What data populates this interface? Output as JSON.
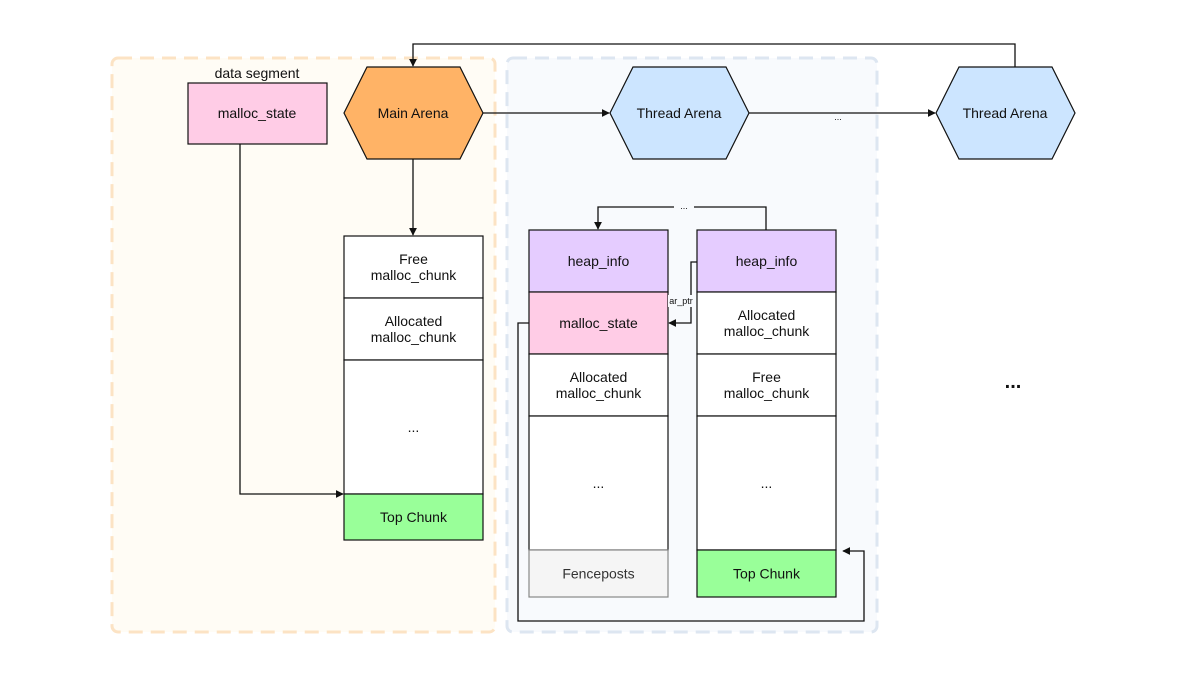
{
  "colors": {
    "main_region_fill": "#fffcf5",
    "main_region_border": "#fce3c4",
    "thread_region_fill": "#f8fafd",
    "thread_region_border": "#dde6f1",
    "malloc_state": "#ffcce6",
    "main_arena": "#ffb366",
    "thread_arena": "#cce5ff",
    "heap_info": "#e5ccff",
    "top_chunk": "#99ff99",
    "fenceposts": "#f5f5f5",
    "chunk": "#ffffff"
  },
  "labels": {
    "data_segment": "data segment",
    "malloc_state_global": "malloc_state",
    "main_arena": "Main Arena",
    "thread_arena_1": "Thread Arena",
    "thread_arena_2": "Thread Arena",
    "arena_ellipsis": "...",
    "heap_link_ellipsis": "...",
    "ar_ptr": "ar_ptr",
    "more_ellipsis": "..."
  },
  "main_heap": {
    "chunks": [
      {
        "lines": [
          "Free",
          "malloc_chunk"
        ],
        "kind": "chunk"
      },
      {
        "lines": [
          "Allocated",
          "malloc_chunk"
        ],
        "kind": "chunk"
      },
      {
        "lines": [
          "..."
        ],
        "kind": "chunk"
      },
      {
        "lines": [
          "Top Chunk"
        ],
        "kind": "top_chunk"
      }
    ]
  },
  "thread_heap_1": {
    "chunks": [
      {
        "lines": [
          "heap_info"
        ],
        "kind": "heap_info"
      },
      {
        "lines": [
          "malloc_state"
        ],
        "kind": "malloc_state"
      },
      {
        "lines": [
          "Allocated",
          "malloc_chunk"
        ],
        "kind": "chunk"
      },
      {
        "lines": [
          "..."
        ],
        "kind": "chunk"
      },
      {
        "lines": [
          "Fenceposts"
        ],
        "kind": "fenceposts"
      }
    ]
  },
  "thread_heap_2": {
    "chunks": [
      {
        "lines": [
          "heap_info"
        ],
        "kind": "heap_info"
      },
      {
        "lines": [
          "Allocated",
          "malloc_chunk"
        ],
        "kind": "chunk"
      },
      {
        "lines": [
          "Free",
          "malloc_chunk"
        ],
        "kind": "chunk"
      },
      {
        "lines": [
          "..."
        ],
        "kind": "chunk"
      },
      {
        "lines": [
          "Top Chunk"
        ],
        "kind": "top_chunk"
      }
    ]
  }
}
